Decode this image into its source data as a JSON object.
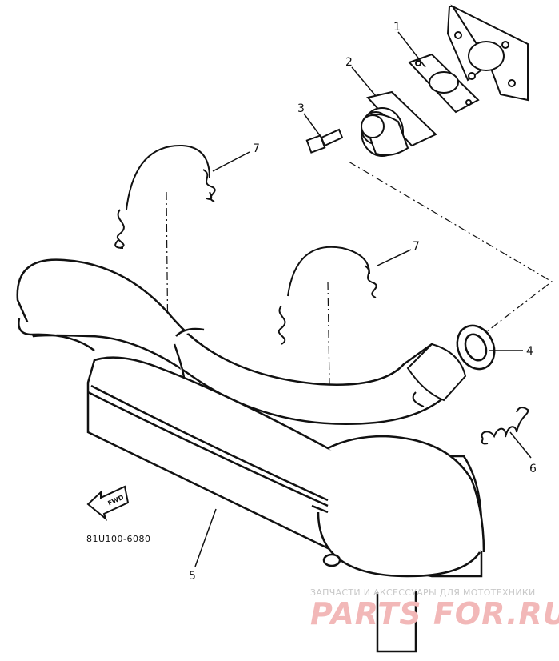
{
  "diagram": {
    "callouts": [
      {
        "id": "1",
        "label": "1"
      },
      {
        "id": "2",
        "label": "2"
      },
      {
        "id": "3",
        "label": "3"
      },
      {
        "id": "4",
        "label": "4"
      },
      {
        "id": "5",
        "label": "5"
      },
      {
        "id": "6",
        "label": "6"
      },
      {
        "id": "7a",
        "label": "7"
      },
      {
        "id": "7b",
        "label": "7"
      }
    ],
    "direction_arrow": {
      "label": "FWD"
    },
    "part_code": "81U100-6080"
  },
  "watermark": {
    "tagline": "ЗАПЧАСТИ И АКСЕССУАРЫ ДЛЯ МОТОТЕХНИКИ",
    "logo": "PARTS FOR.RU",
    "color": "#e06060"
  }
}
